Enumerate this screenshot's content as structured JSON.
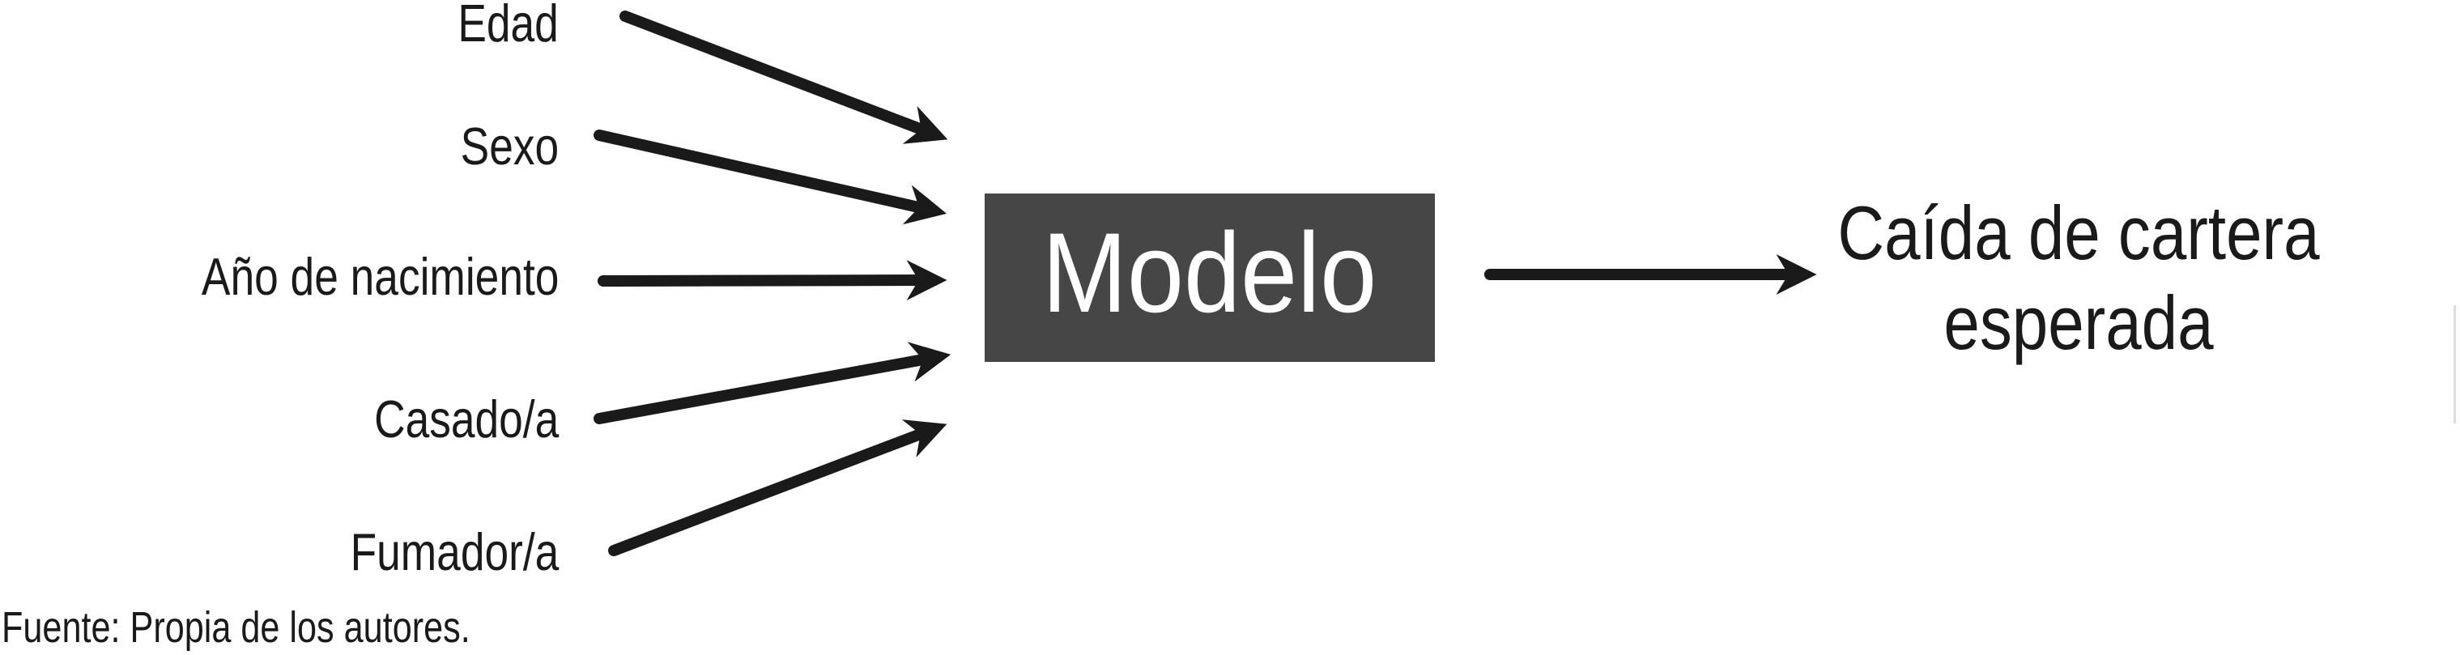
{
  "diagram": {
    "inputs": [
      "Edad",
      "Sexo",
      "Año de nacimiento",
      "Casado/a",
      "Fumador/a"
    ],
    "model_box": {
      "label": "Modelo"
    },
    "output": {
      "line1": "Caída de cartera",
      "line2": "esperada",
      "full_text": "Caída de cartera esperada"
    },
    "source_note": "Fuente: Propia de los autores.",
    "colors": {
      "text": "#1a1a1a",
      "arrow": "#1a1a1a",
      "box_bg": "#464646",
      "box_text": "#ffffff"
    }
  }
}
